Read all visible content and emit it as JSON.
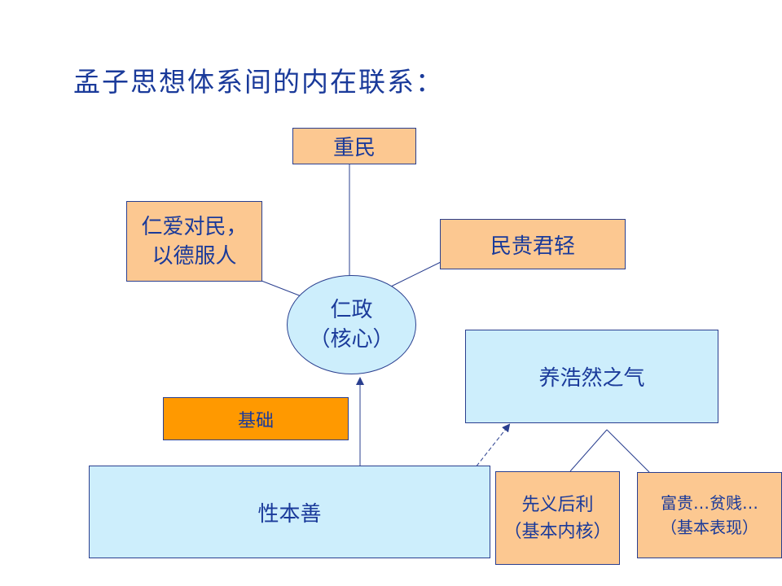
{
  "title": "孟子思想体系间的内在联系：",
  "nodes": {
    "zhongmin": "重民",
    "renai_line1": "仁爱对民，",
    "renai_line2": "以德服人",
    "mingui": "民贵君轻",
    "renzheng_line1": "仁政",
    "renzheng_line2": "（核心）",
    "jichu": "基础",
    "xingbenshan": "性本善",
    "yanghaoran": "养浩然之气",
    "xianyi_line1": "先义后利",
    "xianyi_line2": "（基本内核）",
    "fugui_line1": "富贵…贫贱…",
    "fugui_line2": "（基本表现）"
  },
  "colors": {
    "peach": "#fcc891",
    "orange": "#ff9900",
    "light_blue": "#cdeefc",
    "border": "#2a3f8f",
    "text": "#1a3a9a"
  }
}
